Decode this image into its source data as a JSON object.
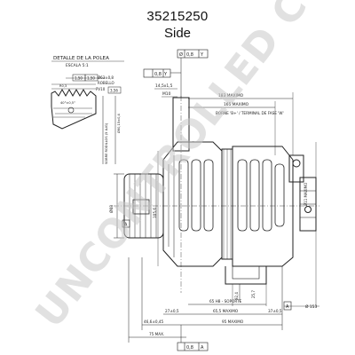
{
  "header": {
    "part_number": "35215250",
    "view": "Side"
  },
  "watermark": "UNCONTROLLED COPY",
  "pulley_detail": {
    "title": "DETALLE DE LA POLEA",
    "scale": "ESCALA 5:1",
    "labels": [
      "Ø63±0,8",
      "ROBELLO",
      "PV10",
      "1,50",
      "1,50",
      "3,56",
      "R0,3",
      "40°±0,5°",
      "SOBRE RODILLOS (5 LUG)",
      "Ø60,15±0,4"
    ]
  },
  "dimensions": {
    "top_tol": "0,8",
    "top_sym_a": "Ø",
    "top_sym_b": "Y",
    "gdt_left": "0,8",
    "gdt_right": "Y",
    "thread_a": "14,5x1,5",
    "thread_b": "M10",
    "d_183": "183 MAXIMO",
    "d_165": "165 MAXIMO",
    "terminal": "BORNE 'B+' / TERMINAL DE FASE 'W'",
    "d_68": "Ø68",
    "d_105": "105,6",
    "d_11": "Ø11 MAXIMO",
    "d_92": "92,4",
    "d_25": "25,7",
    "d_65": "65 H8 - SOPORTE",
    "d_27": "27±0,5",
    "d_65max": "65,5 MAXIMO",
    "d_37": "37±0,5",
    "d_46": "46,6±0,45",
    "d_95": "95 MAXIMO",
    "d_75": "75 MAX.",
    "ref_a": "A",
    "sec_a": "A",
    "gdt_bot": "0,8",
    "gdt_bot_ref": "A",
    "d_153": "Ø 153"
  }
}
